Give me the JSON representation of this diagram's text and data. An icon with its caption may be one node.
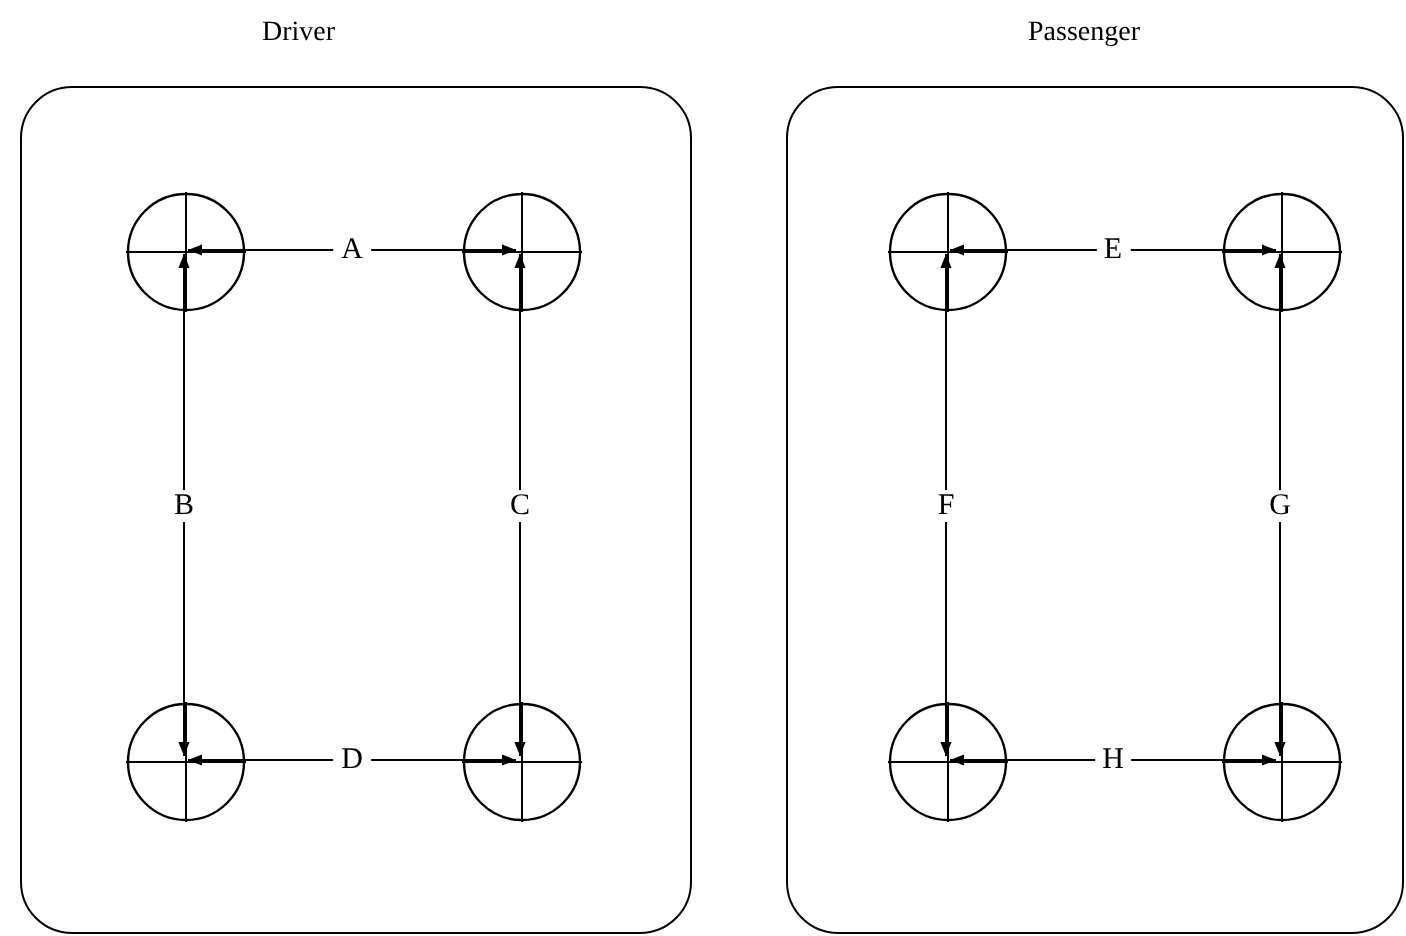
{
  "diagram": {
    "nodes": [
      {
        "text": [
          "Driver"
        ]
      },
      {
        "text": [],
        "shape": "circle",
        "in": 0
      },
      {
        "text": [],
        "shape": "circle",
        "in": 0
      },
      {
        "text": [],
        "shape": "circle",
        "in": 0
      },
      {
        "text": [],
        "shape": "circle",
        "in": 0
      },
      {
        "text": [
          "Passenger"
        ]
      },
      {
        "text": [],
        "shape": "circle",
        "in": 5
      },
      {
        "text": [],
        "shape": "circle",
        "in": 5
      },
      {
        "text": [],
        "shape": "circle",
        "in": 5
      },
      {
        "text": [],
        "shape": "circle",
        "in": 5
      }
    ],
    "edges": [
      {
        "from": 1,
        "to": 2,
        "arrow": "both",
        "label": "A"
      },
      {
        "from": 1,
        "to": 3,
        "arrow": "both",
        "label": "B"
      },
      {
        "from": 2,
        "to": 4,
        "arrow": "both",
        "label": "C"
      },
      {
        "from": 3,
        "to": 4,
        "arrow": "both",
        "label": "D"
      },
      {
        "from": 6,
        "to": 7,
        "arrow": "both",
        "label": "E"
      },
      {
        "from": 6,
        "to": 8,
        "arrow": "both",
        "label": "F"
      },
      {
        "from": 7,
        "to": 9,
        "arrow": "both",
        "label": "G"
      },
      {
        "from": 8,
        "to": 9,
        "arrow": "both",
        "label": "H"
      }
    ]
  }
}
